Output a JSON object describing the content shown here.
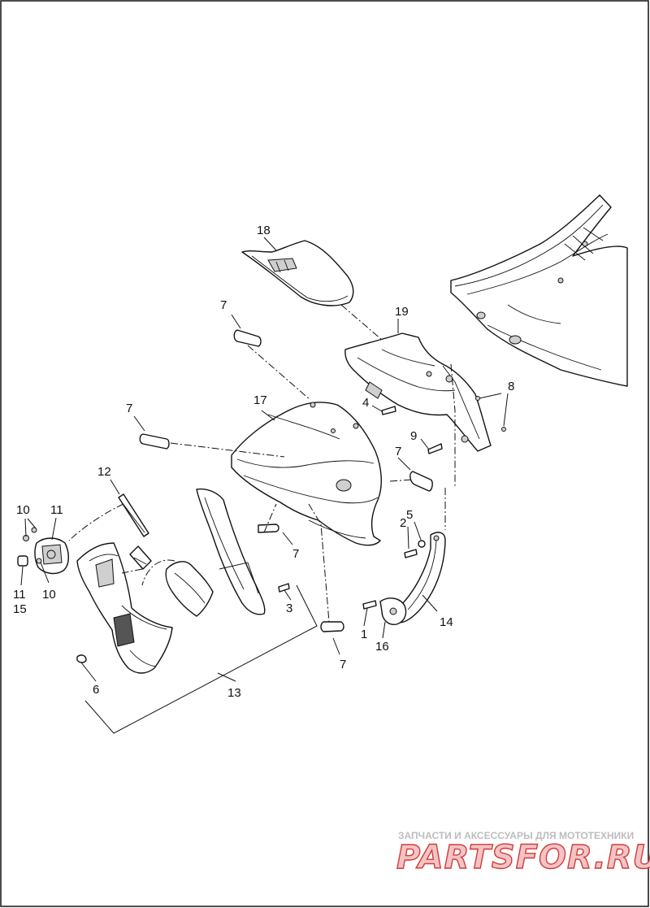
{
  "callouts": {
    "c1": "1",
    "c2": "2",
    "c3": "3",
    "c4": "4",
    "c5": "5",
    "c6": "6",
    "c7a": "7",
    "c7b": "7",
    "c7c": "7",
    "c7d": "7",
    "c7e": "7",
    "c8": "8",
    "c9": "9",
    "c10a": "10",
    "c10b": "10",
    "c11a": "11",
    "c11b": "11",
    "c12": "12",
    "c13": "13",
    "c14": "14",
    "c15": "15",
    "c16": "16",
    "c17": "17",
    "c18": "18",
    "c19": "19"
  },
  "watermark": {
    "tagline": "ЗАПЧАСТИ И АКСЕССУАРЫ ДЛЯ МОТОТЕХНИКИ",
    "logo": "PARTSFOR.RU"
  },
  "colors": {
    "ink": "#111111",
    "watermark_red": "#d43a3a",
    "watermark_gray": "#bdbdbd"
  }
}
